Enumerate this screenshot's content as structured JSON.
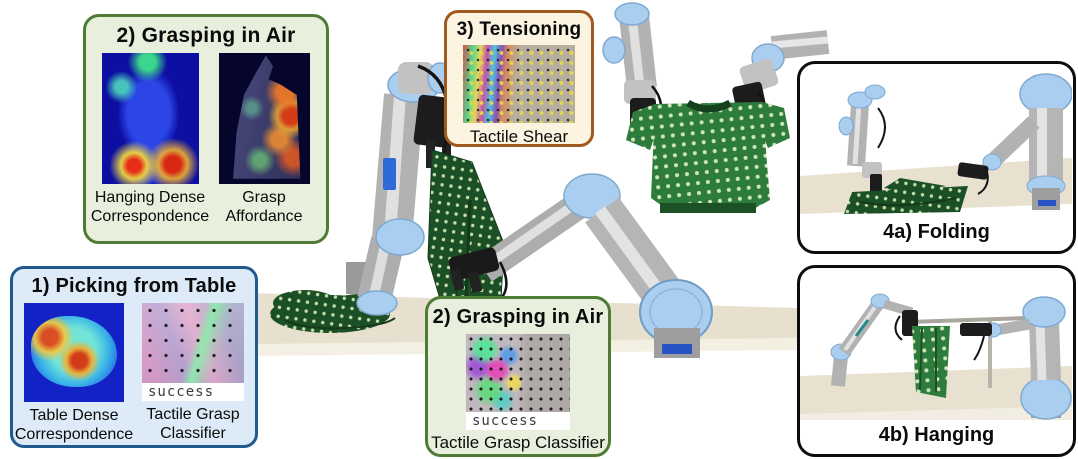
{
  "panels": {
    "picking_from_table": {
      "title": "1) Picking from Table",
      "table_dense": {
        "label_line1": "Table Dense",
        "label_line2": "Correspondence"
      },
      "tactile_classifier": {
        "result": "success",
        "label_line1": "Tactile Grasp",
        "label_line2": "Classifier"
      }
    },
    "grasping_in_air_top": {
      "title": "2) Grasping in Air",
      "hanging_dense": {
        "label_line1": "Hanging Dense",
        "label_line2": "Correspondence"
      },
      "grasp_affordance": {
        "label_line1": "Grasp",
        "label_line2": "Affordance"
      }
    },
    "tensioning": {
      "title": "3) Tensioning",
      "image_label": "Tactile Shear"
    },
    "grasping_in_air_bottom": {
      "title": "2) Grasping in Air",
      "classifier_result": "success",
      "image_label": "Tactile Grasp Classifier"
    },
    "folding": {
      "caption": "4a) Folding"
    },
    "hanging": {
      "caption": "4b) Hanging"
    }
  },
  "colors": {
    "green_panel_bg": "#e8f0dd",
    "green_panel_border": "#4e7b36",
    "blue_panel_bg": "#dcebf7",
    "blue_panel_border": "#215a8f",
    "tan_panel_bg": "#fcf3e1",
    "tan_panel_border": "#a05a20",
    "photo_panel_border": "#0d0d0d",
    "robot_joint_blue": "#a9cef0",
    "robot_silver": "#bcbcbc",
    "cloth_green_dark": "#1b4f26",
    "cloth_green_bright": "#2e7c3c",
    "table_beige": "#e8e0cf",
    "heatmap_blue": "#1322c4",
    "success_text_color": "#3c3c3c"
  }
}
